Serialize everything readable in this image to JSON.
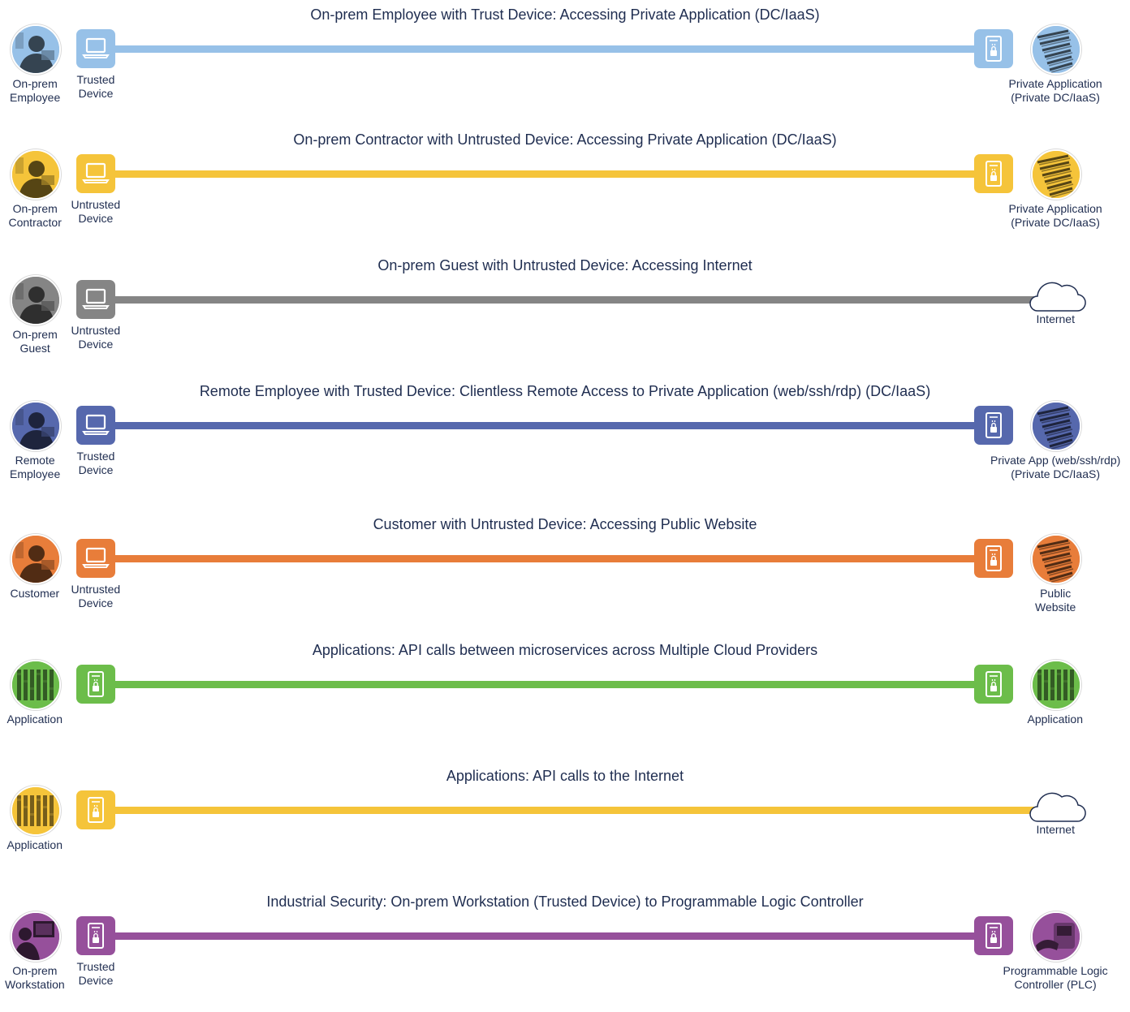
{
  "rows": [
    {
      "title": "On-prem Employee with Trust Device: Accessing Private Application (DC/IaaS)",
      "color": "#97c1e8",
      "source": {
        "icon": "person-photo-icon",
        "lines": [
          "On-prem",
          "Employee"
        ]
      },
      "device": {
        "icon": "laptop-icon",
        "lines": [
          "Trusted",
          "Device"
        ]
      },
      "gateway": {
        "icon": "secure-server-icon"
      },
      "destination": {
        "icon": "datacenter-photo-icon",
        "lines": [
          "Private Application",
          "(Private DC/IaaS)"
        ]
      }
    },
    {
      "title": "On-prem Contractor with Untrusted Device: Accessing Private Application (DC/IaaS)",
      "color": "#f5c43a",
      "source": {
        "icon": "person-photo-icon",
        "lines": [
          "On-prem",
          "Contractor"
        ]
      },
      "device": {
        "icon": "laptop-icon",
        "lines": [
          "Untrusted",
          "Device"
        ]
      },
      "gateway": {
        "icon": "secure-server-icon"
      },
      "destination": {
        "icon": "datacenter-photo-icon",
        "lines": [
          "Private Application",
          "(Private DC/IaaS)"
        ]
      }
    },
    {
      "title": "On-prem Guest with Untrusted Device: Accessing Internet",
      "color": "#858585",
      "source": {
        "icon": "person-photo-icon",
        "lines": [
          "On-prem",
          "Guest"
        ]
      },
      "device": {
        "icon": "laptop-icon",
        "lines": [
          "Untrusted",
          "Device"
        ]
      },
      "gateway": null,
      "destination": {
        "icon": "cloud-icon",
        "lines": [
          "Internet"
        ]
      }
    },
    {
      "title": "Remote Employee with Trusted Device: Clientless Remote Access to Private Application (web/ssh/rdp) (DC/IaaS)",
      "color": "#5668ad",
      "source": {
        "icon": "person-photo-icon",
        "lines": [
          "Remote",
          "Employee"
        ]
      },
      "device": {
        "icon": "laptop-icon",
        "lines": [
          "Trusted",
          "Device"
        ]
      },
      "gateway": {
        "icon": "secure-server-icon"
      },
      "destination": {
        "icon": "datacenter-photo-icon",
        "lines": [
          "Private App (web/ssh/rdp)",
          "(Private DC/IaaS)"
        ]
      }
    },
    {
      "title": "Customer with Untrusted Device: Accessing Public Website",
      "color": "#e87d3a",
      "source": {
        "icon": "person-photo-icon",
        "lines": [
          "Customer"
        ]
      },
      "device": {
        "icon": "laptop-icon",
        "lines": [
          "Untrusted",
          "Device"
        ]
      },
      "gateway": {
        "icon": "secure-server-icon"
      },
      "destination": {
        "icon": "datacenter-photo-icon",
        "lines": [
          "Public",
          "Website"
        ]
      }
    },
    {
      "title": "Applications: API calls between microservices across Multiple Cloud Providers",
      "color": "#6cbd4a",
      "source": {
        "icon": "application-photo-icon",
        "lines": [
          "Application"
        ]
      },
      "device": {
        "icon": "secure-server-icon",
        "lines": []
      },
      "gateway": {
        "icon": "secure-server-icon"
      },
      "destination": {
        "icon": "application-photo-icon",
        "lines": [
          "Application"
        ]
      }
    },
    {
      "title": "Applications: API calls to the Internet",
      "color": "#f5c43a",
      "source": {
        "icon": "application-photo-icon",
        "lines": [
          "Application"
        ]
      },
      "device": {
        "icon": "secure-server-icon",
        "lines": []
      },
      "gateway": null,
      "destination": {
        "icon": "cloud-icon",
        "lines": [
          "Internet"
        ]
      }
    },
    {
      "title": "Industrial Security: On-prem Workstation (Trusted Device) to Programmable Logic Controller",
      "color": "#96509b",
      "source": {
        "icon": "workstation-photo-icon",
        "lines": [
          "On-prem",
          "Workstation"
        ]
      },
      "device": {
        "icon": "secure-server-icon",
        "lines": [
          "Trusted",
          "Device"
        ]
      },
      "gateway": {
        "icon": "secure-server-icon"
      },
      "destination": {
        "icon": "plc-photo-icon",
        "lines": [
          "Programmable Logic",
          "Controller (PLC)"
        ]
      }
    }
  ]
}
